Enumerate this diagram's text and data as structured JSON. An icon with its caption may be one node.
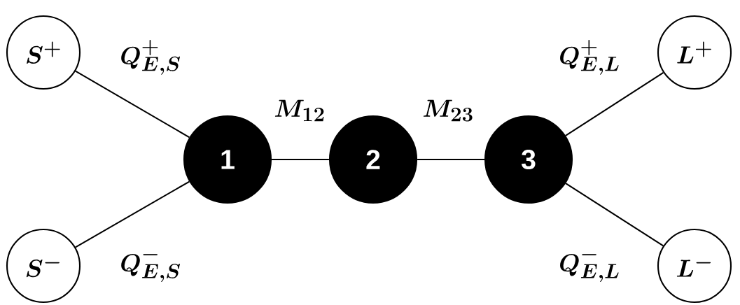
{
  "diagram": {
    "nodes": [
      {
        "text": [
          "S^+"
        ]
      },
      {
        "text": [
          "S^-"
        ]
      },
      {
        "text": [
          "1"
        ]
      },
      {
        "text": [
          "2"
        ]
      },
      {
        "text": [
          "3"
        ]
      },
      {
        "text": [
          "L^+"
        ]
      },
      {
        "text": [
          "L^-"
        ]
      }
    ],
    "edges": [
      {
        "from": 0,
        "to": 2,
        "arrow": "none",
        "label": "Q_{E,S}^+"
      },
      {
        "from": 1,
        "to": 2,
        "arrow": "none",
        "label": "Q_{E,S}^-"
      },
      {
        "from": 2,
        "to": 3,
        "arrow": "none",
        "label": "M_{12}"
      },
      {
        "from": 3,
        "to": 4,
        "arrow": "none",
        "label": "M_{23}"
      },
      {
        "from": 4,
        "to": 5,
        "arrow": "none",
        "label": "Q_{E,L}^+"
      },
      {
        "from": 4,
        "to": 6,
        "arrow": "none",
        "label": "Q_{E,L}^-"
      }
    ]
  }
}
